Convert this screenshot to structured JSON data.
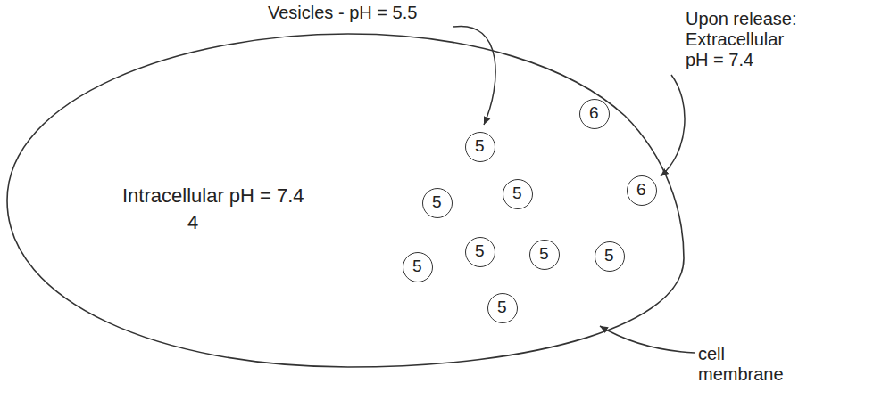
{
  "diagram": {
    "nodes": [
      {
        "text": [
          "Intracellular pH = 7.4",
          "4"
        ]
      },
      {
        "text": [
          "5"
        ],
        "in": 0
      },
      {
        "text": [
          "5"
        ],
        "in": 0
      },
      {
        "text": [
          "5"
        ],
        "in": 0
      },
      {
        "text": [
          "5"
        ],
        "in": 0
      },
      {
        "text": [
          "5"
        ],
        "in": 0
      },
      {
        "text": [
          "5"
        ],
        "in": 0
      },
      {
        "text": [
          "5"
        ],
        "in": 0
      },
      {
        "text": [
          "5"
        ],
        "in": 0
      },
      {
        "text": [
          "6"
        ],
        "in": 0
      },
      {
        "text": [
          "6"
        ]
      }
    ],
    "labels": [
      "Vesicles - pH = 5.5",
      "Upon release: Extracellular pH = 7.4",
      "cell membrane"
    ]
  }
}
